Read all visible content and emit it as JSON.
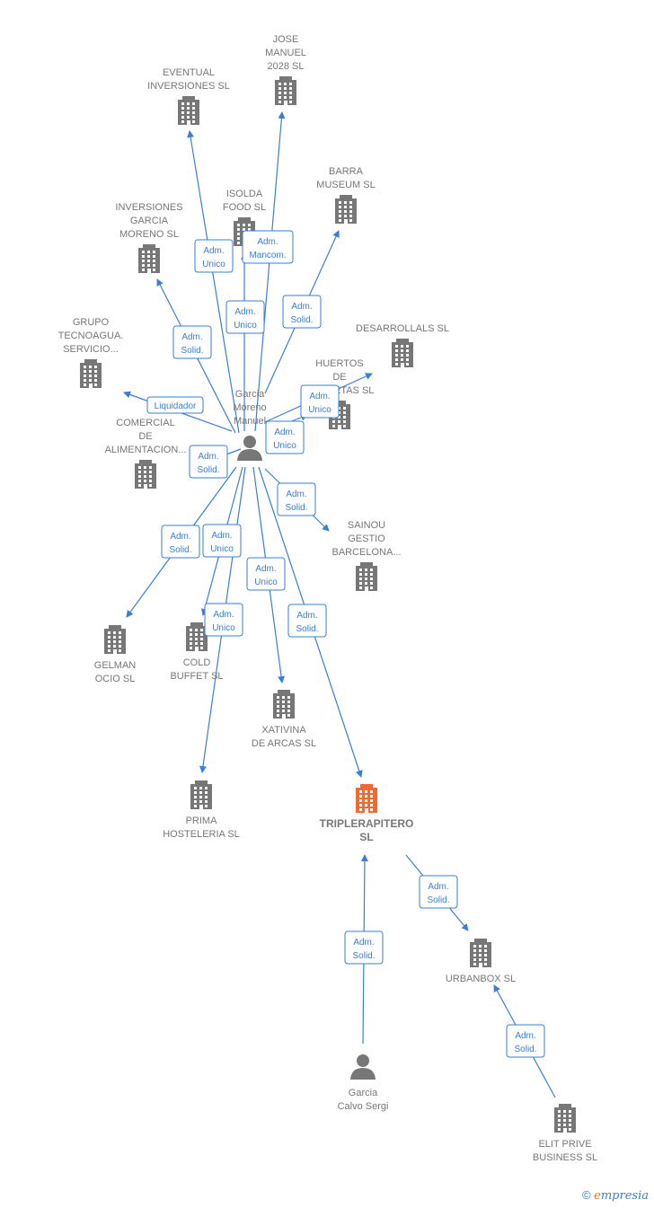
{
  "colors": {
    "edge": "#3a7fd5",
    "building": "#777777",
    "focus_building": "#f26a2e",
    "person": "#777777"
  },
  "nodes": [
    {
      "id": "eventual",
      "type": "company",
      "label": [
        "EVENTUAL",
        "INVERSIONES SL"
      ]
    },
    {
      "id": "jose",
      "type": "company",
      "label": [
        "JOSE",
        "MANUEL",
        "2028 SL"
      ]
    },
    {
      "id": "barra",
      "type": "company",
      "label": [
        "BARRA",
        "MUSEUM  SL"
      ]
    },
    {
      "id": "isolda",
      "type": "company",
      "label": [
        "ISOLDA",
        "FOOD  SL"
      ]
    },
    {
      "id": "invgarcia",
      "type": "company",
      "label": [
        "INVERSIONES",
        "GARCIA",
        "MORENO  SL"
      ]
    },
    {
      "id": "desarrollals",
      "type": "company",
      "label": [
        "DESARROLLALS SL"
      ]
    },
    {
      "id": "grupo",
      "type": "company",
      "label": [
        "GRUPO",
        "TECNOAGUA.",
        "SERVICIO..."
      ]
    },
    {
      "id": "huertos",
      "type": "company",
      "label": [
        "HUERTOS",
        "DE",
        "ROCHETAS SL"
      ]
    },
    {
      "id": "comercial",
      "type": "company",
      "label": [
        "COMERCIAL",
        "DE",
        "ALIMENTACION..."
      ]
    },
    {
      "id": "sainou",
      "type": "company",
      "label": [
        "SAINOU",
        "GESTIO",
        "BARCELONA..."
      ]
    },
    {
      "id": "gelman",
      "type": "company",
      "label": [
        "GELMAN",
        "OCIO SL"
      ]
    },
    {
      "id": "cold",
      "type": "company",
      "label": [
        "COLD",
        "BUFFET  SL"
      ]
    },
    {
      "id": "xativina",
      "type": "company",
      "label": [
        "XATIVINA",
        "DE ARCAS SL"
      ]
    },
    {
      "id": "prima",
      "type": "company",
      "label": [
        "PRIMA",
        "HOSTELERIA SL"
      ]
    },
    {
      "id": "triple",
      "type": "focus",
      "label": [
        "TRIPLERAPITERO",
        "SL"
      ]
    },
    {
      "id": "urbanbox",
      "type": "company",
      "label": [
        "URBANBOX  SL"
      ]
    },
    {
      "id": "elit",
      "type": "company",
      "label": [
        "ELIT PRIVE",
        "BUSINESS  SL"
      ]
    },
    {
      "id": "gmm",
      "type": "person",
      "label": [
        "Garcia",
        "Moreno",
        "Manuel"
      ]
    },
    {
      "id": "gcs",
      "type": "person",
      "label": [
        "Garcia",
        "Calvo Sergi"
      ]
    }
  ],
  "edges": [
    {
      "from": "gmm",
      "to": "eventual",
      "label": [
        "Adm.",
        "Unico"
      ]
    },
    {
      "from": "gmm",
      "to": "jose",
      "label": [
        "Adm.",
        "Mancom."
      ]
    },
    {
      "from": "gmm",
      "to": "isolda",
      "label": [
        "Adm.",
        "Unico"
      ]
    },
    {
      "from": "gmm",
      "to": "barra",
      "label": [
        "Adm.",
        "Solid."
      ]
    },
    {
      "from": "gmm",
      "to": "invgarcia",
      "label": [
        "Adm.",
        "Solid."
      ]
    },
    {
      "from": "gmm",
      "to": "desarrollals",
      "label": [
        "Adm.",
        "Unico"
      ]
    },
    {
      "from": "gmm",
      "to": "grupo",
      "label": [
        "Liquidador"
      ]
    },
    {
      "from": "gmm",
      "to": "huertos",
      "label": [
        "Adm.",
        "Unico"
      ]
    },
    {
      "from": "gmm",
      "to": "comercial",
      "label": [
        "Adm.",
        "Solid."
      ]
    },
    {
      "from": "gmm",
      "to": "sainou",
      "label": [
        "Adm.",
        "Solid."
      ]
    },
    {
      "from": "gmm",
      "to": "gelman",
      "label": [
        "Adm.",
        "Solid."
      ]
    },
    {
      "from": "gmm",
      "to": "cold",
      "label": [
        "Adm.",
        "Unico"
      ]
    },
    {
      "from": "gmm",
      "to": "prima",
      "label": [
        "Adm.",
        "Unico"
      ]
    },
    {
      "from": "gmm",
      "to": "xativina",
      "label": [
        "Adm.",
        "Unico"
      ]
    },
    {
      "from": "gmm",
      "to": "triple",
      "label": [
        "Adm.",
        "Solid."
      ]
    },
    {
      "from": "gcs",
      "to": "triple",
      "label": [
        "Adm.",
        "Solid."
      ]
    },
    {
      "from": "triple",
      "to": "urbanbox",
      "label": [
        "Adm.",
        "Solid."
      ]
    },
    {
      "from": "elit",
      "to": "urbanbox",
      "label": [
        "Adm.",
        "Solid."
      ]
    }
  ],
  "footer": {
    "copyright": "©",
    "brand_first": "e",
    "brand_rest": "mpresia"
  }
}
